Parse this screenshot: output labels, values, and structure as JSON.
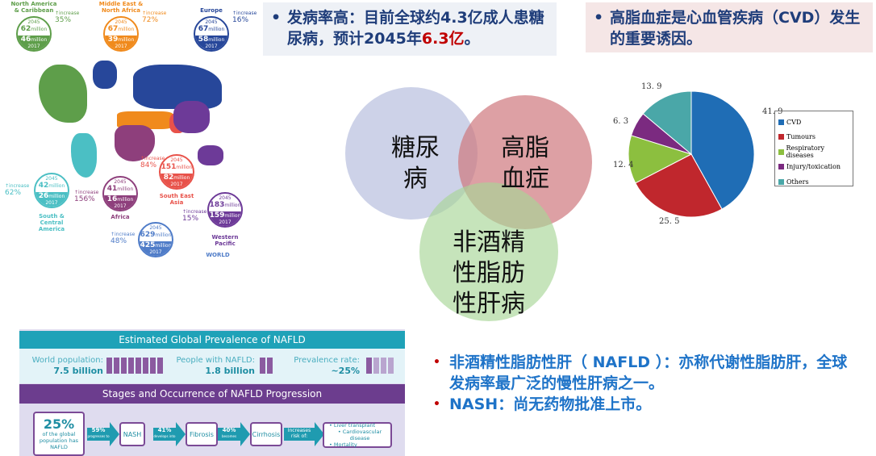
{
  "callouts": {
    "diabetes": {
      "bullet": "•",
      "text": "发病率高：目前全球约4.3亿成人患糖尿病，预计2045年",
      "highlight": "6.3亿",
      "end": "。"
    },
    "hyperlipidemia": {
      "bullet": "•",
      "text": "高脂血症是心血管疾病（CVD）发生的重要诱因。"
    }
  },
  "map": {
    "regions": [
      {
        "name": "North America & Caribbean",
        "y2045": "62",
        "y2017": "46",
        "increase": "35%",
        "color": "#5e9e4a"
      },
      {
        "name": "Middle East & North Africa",
        "y2045": "67",
        "y2017": "39",
        "increase": "72%",
        "color": "#f08a1c"
      },
      {
        "name": "Europe",
        "y2045": "67",
        "y2017": "58",
        "increase": "16%",
        "color": "#27479a"
      },
      {
        "name": "South & Central America",
        "y2045": "42",
        "y2017": "26",
        "increase": "62%",
        "color": "#4bbfc4"
      },
      {
        "name": "Africa",
        "y2045": "41",
        "y2017": "16",
        "increase": "156%",
        "color": "#8e3f7c"
      },
      {
        "name": "South East Asia",
        "y2045": "151",
        "y2017": "82",
        "increase": "84%",
        "color": "#e8524a"
      },
      {
        "name": "WORLD",
        "y2045": "629",
        "y2017": "425",
        "increase": "48%",
        "color": "#4f7cc8"
      },
      {
        "name": "Western Pacific",
        "y2045": "183",
        "y2017": "159",
        "increase": "15%",
        "color": "#6d3a98"
      }
    ],
    "label_2045": "2045",
    "label_2017": "2017",
    "unit": "million",
    "increase_label": "increase",
    "arrow": "↑"
  },
  "venn": {
    "a": "糖尿病",
    "b": "高脂血症",
    "c": "非酒精性脂肪性肝病"
  },
  "chart_data": {
    "type": "pie",
    "categories": [
      "CVD",
      "Tumours",
      "Respiratory diseases",
      "Injury/toxication",
      "Others"
    ],
    "values": [
      41.9,
      25.5,
      12.4,
      6.3,
      13.9
    ],
    "labels": [
      "41. 9",
      "25. 5",
      "12. 4",
      "6. 3",
      "13. 9"
    ],
    "colors": [
      "#1f6db5",
      "#c0272d",
      "#8cbf3f",
      "#7b2a80",
      "#4aa7a8"
    ],
    "legend": "right"
  },
  "nafld": {
    "title1": "Estimated Global Prevalence of NAFLD",
    "world_label": "World population:",
    "world_value": "7.5 billion",
    "people_label": "People with NAFLD:",
    "people_value": "1.8 billion",
    "rate_label": "Prevalence rate:",
    "rate_value": "~25%",
    "title2": "Stages and Occurrence of NAFLD Progression",
    "start_pct": "25%",
    "start_text": "of the global population has NAFLD",
    "steps": [
      {
        "pct": "59%",
        "verb": "progresses to",
        "stage": "NASH"
      },
      {
        "pct": "41%",
        "verb": "develops into",
        "stage": "Fibrosis"
      },
      {
        "pct": "40%",
        "verb": "becomes",
        "stage": "Cirrhosis"
      }
    ],
    "risk_label": "Increases risk of:",
    "risks": [
      "• Liver transplant",
      "• Cardiovascular disease",
      "• Mortality"
    ]
  },
  "bottom": {
    "bullet": "•",
    "line1": "非酒精性脂肪性肝（ NAFLD ）：亦称代谢性脂肪肝，全球发病率最广泛的慢性肝病之一。",
    "line2": "NASH：尚无药物批准上市。"
  }
}
